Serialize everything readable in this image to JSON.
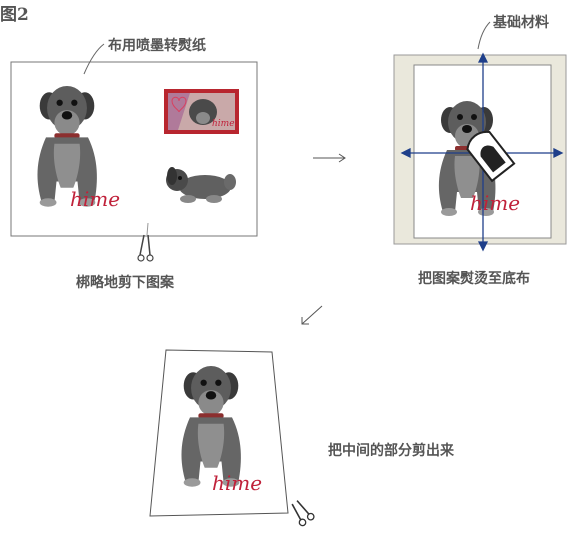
{
  "figure_label": "图2",
  "steps": {
    "print_paper": "布用喷墨转熨纸",
    "base_material": "基础材料",
    "rough_cut": "梆略地剪下图案",
    "iron_on": "把图案熨烫至底布",
    "cut_middle": "把中间的部分剪出来"
  },
  "signature": "hime",
  "colors": {
    "arrow_blue": "#1f3f8a",
    "signature_red": "#c0213a",
    "frame_red": "#b8262f",
    "base_fabric": "#eae8dc"
  }
}
